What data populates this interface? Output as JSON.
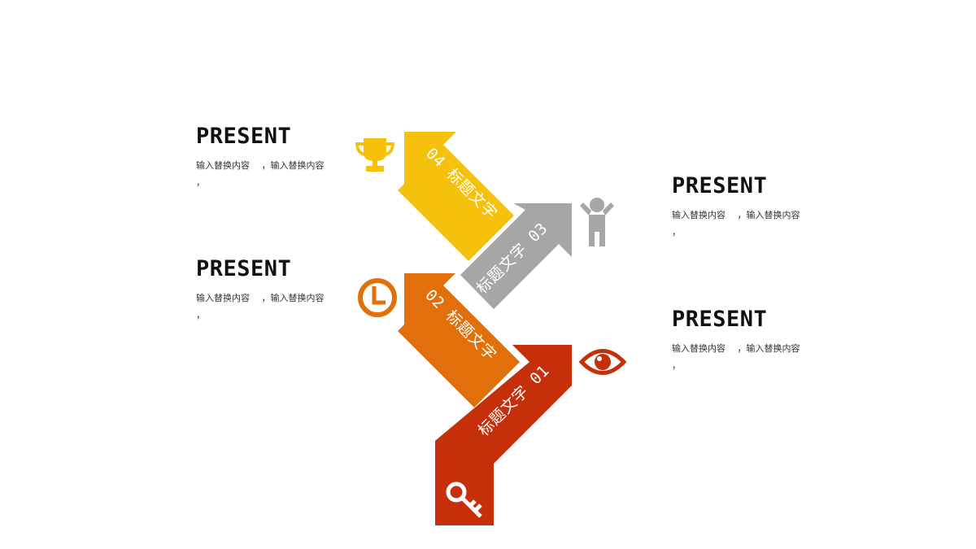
{
  "colors": {
    "step01": "#C5300B",
    "step02": "#E2700A",
    "step03": "#A6A6A6",
    "step04": "#F5C10A",
    "title": "#111111",
    "body": "#333333"
  },
  "steps": [
    {
      "label": "标题文字 01",
      "icon": "key-icon",
      "color": "#C5300B"
    },
    {
      "label": "02 标题文字",
      "icon": "clock-icon",
      "color": "#E2700A"
    },
    {
      "label": "标题文字 03",
      "icon": "person-icon",
      "color": "#A6A6A6"
    },
    {
      "label": "04 标题文字",
      "icon": "trophy-icon",
      "color": "#F5C10A"
    }
  ],
  "blocks": {
    "top_left": {
      "title": "PRESENT",
      "body": "输入替换内容　 ，输入替换内容　 ，"
    },
    "mid_left": {
      "title": "PRESENT",
      "body": "输入替换内容　 ，输入替换内容　 ，"
    },
    "top_right": {
      "title": "PRESENT",
      "body": "输入替换内容　 ，输入替换内容　 ，"
    },
    "mid_right": {
      "title": "PRESENT",
      "body": "输入替换内容　 ，输入替换内容　 ，"
    }
  },
  "side_icons": [
    "trophy-icon",
    "clock-icon",
    "person-icon",
    "eye-icon"
  ]
}
